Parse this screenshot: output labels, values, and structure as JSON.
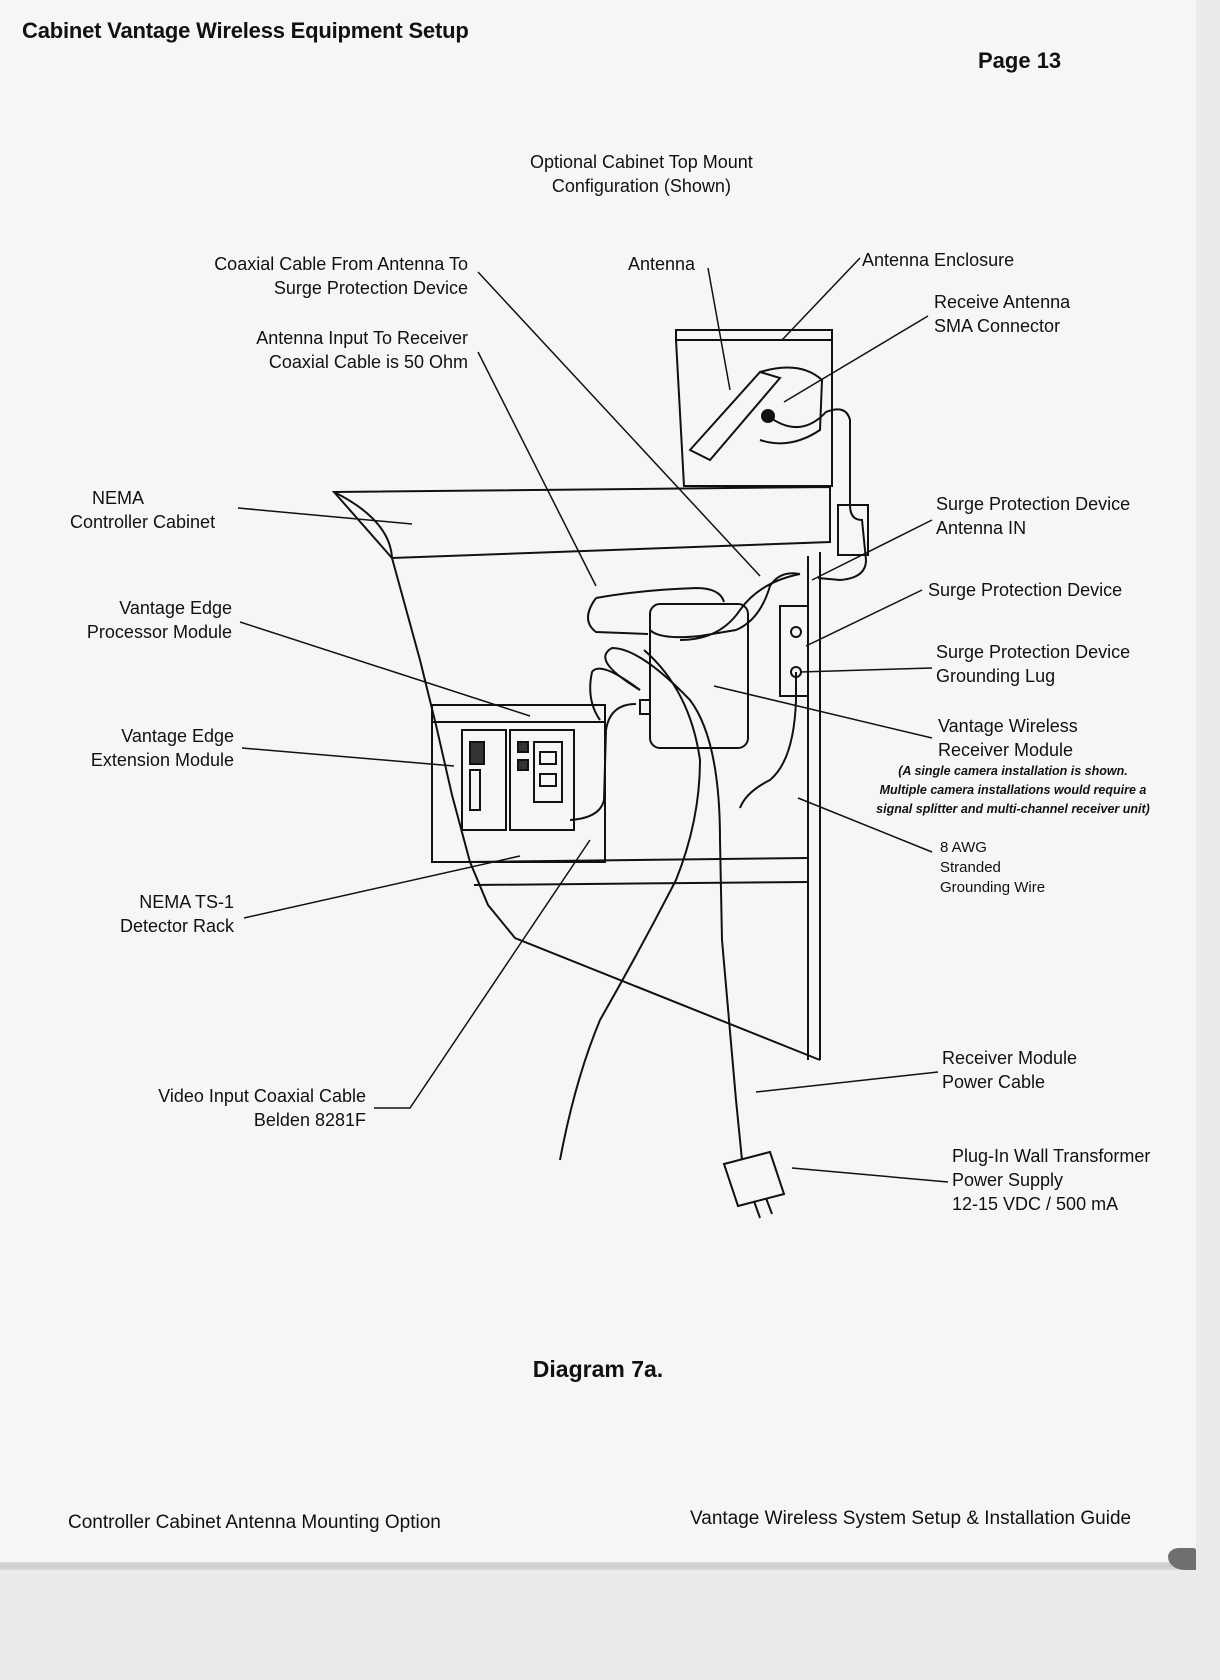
{
  "header": {
    "title": "Cabinet Vantage Wireless Equipment Setup",
    "page": "Page 13"
  },
  "diagram": {
    "caption": "Diagram 7a.",
    "config_title": [
      "Optional Cabinet Top Mount",
      "Configuration (Shown)"
    ],
    "labels": {
      "coax_from_antenna": [
        "Coaxial Cable From Antenna To",
        "Surge Protection Device"
      ],
      "antenna_input": [
        "Antenna Input To Receiver",
        "Coaxial Cable is 50 Ohm"
      ],
      "nema_cabinet": [
        "NEMA",
        "Controller Cabinet"
      ],
      "processor_module": [
        "Vantage Edge",
        "Processor Module"
      ],
      "extension_module": [
        "Vantage Edge",
        "Extension Module"
      ],
      "detector_rack": [
        "NEMA TS-1",
        "Detector Rack"
      ],
      "video_input": [
        "Video Input Coaxial Cable",
        "Belden 8281F"
      ],
      "antenna": "Antenna",
      "antenna_enclosure": "Antenna Enclosure",
      "sma_connector": [
        "Receive Antenna",
        "SMA Connector"
      ],
      "surge_antenna_in": [
        "Surge Protection Device",
        "Antenna IN"
      ],
      "surge_device": "Surge Protection Device",
      "surge_grounding": [
        "Surge Protection Device",
        "Grounding Lug"
      ],
      "receiver_module": [
        "Vantage Wireless",
        "Receiver Module"
      ],
      "receiver_note": [
        "(A single camera installation is shown.",
        "Multiple camera installations would require a",
        "signal splitter and multi-channel receiver unit)"
      ],
      "grounding_wire": [
        "8 AWG",
        "Stranded",
        "Grounding Wire"
      ],
      "power_cable": [
        "Receiver Module",
        "Power Cable"
      ],
      "power_supply": [
        "Plug-In Wall Transformer",
        "Power Supply",
        "12-15 VDC / 500 mA"
      ]
    }
  },
  "footer": {
    "left": "Controller Cabinet Antenna Mounting Option",
    "right": "Vantage Wireless System Setup & Installation Guide"
  }
}
